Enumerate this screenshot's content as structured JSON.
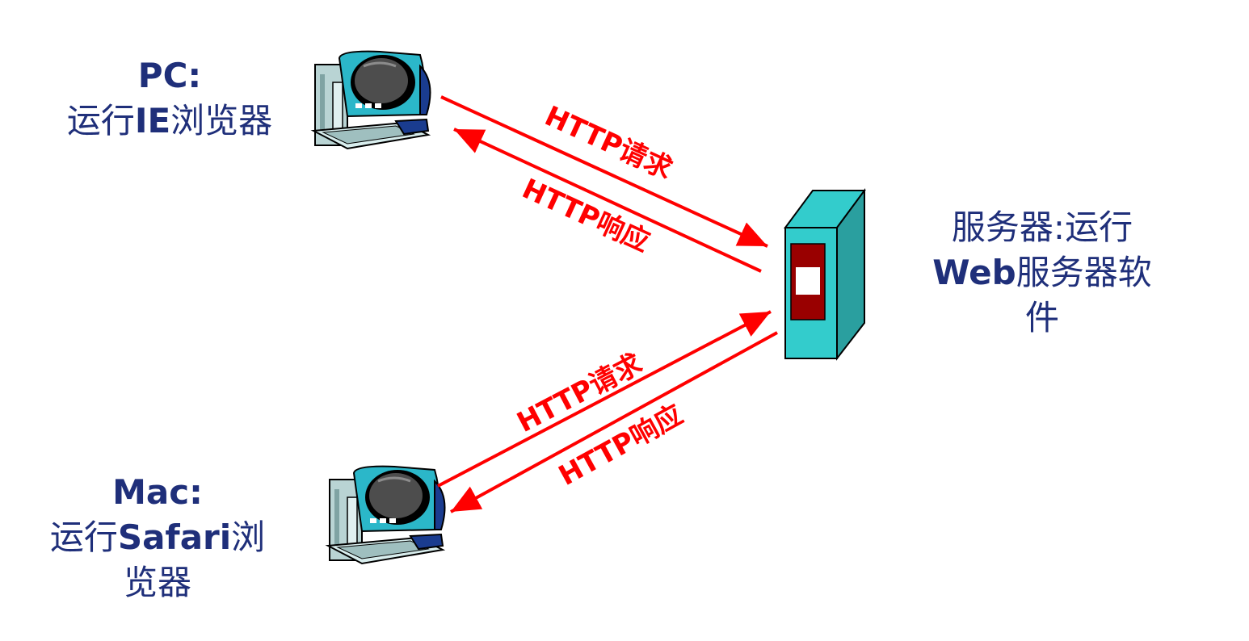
{
  "pc": {
    "line1": "PC:",
    "line2_prefix": "运行",
    "line2_bold": "IE",
    "line2_suffix": "浏览器"
  },
  "mac": {
    "line1": "Mac:",
    "line2_prefix": "运行",
    "line2_bold": "Safari",
    "line2_suffix": "浏",
    "line3": "览器"
  },
  "server": {
    "line1": "服务器:运行",
    "line2_bold": "Web",
    "line2_suffix": "服务器软",
    "line3": "件"
  },
  "arrows": {
    "pc_request": "HTTP请求",
    "pc_response": "HTTP响应",
    "mac_request": "HTTP请求",
    "mac_response": "HTTP响应"
  },
  "colors": {
    "arrow": "#ff0000",
    "label_text": "#1f2f7a",
    "server_body": "#33cccc",
    "server_panel": "#990000"
  },
  "icons": {
    "client": "desktop-computer-icon",
    "server": "server-tower-icon"
  }
}
